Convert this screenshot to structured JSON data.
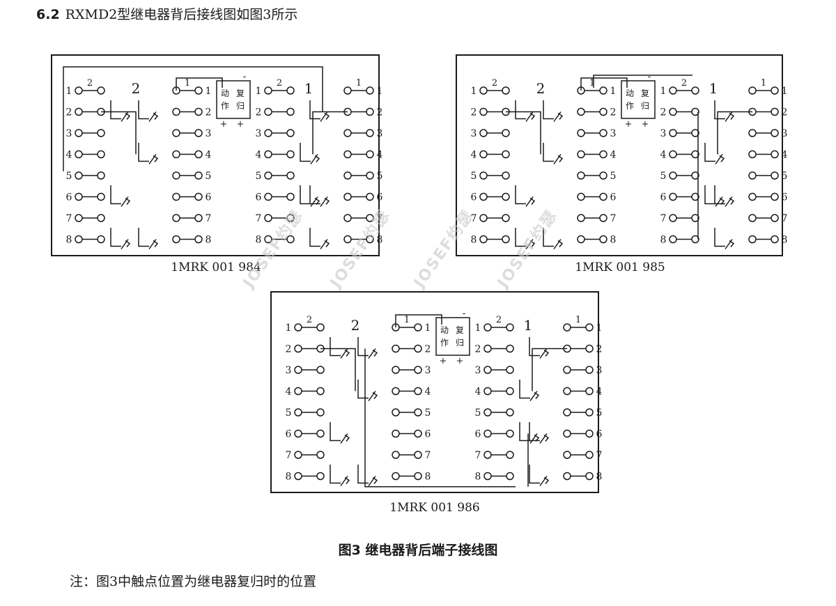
{
  "section": {
    "number": "6.2",
    "title": "RXMD2型继电器背后接线图如图3所示"
  },
  "terminal_numbers": [
    "1",
    "2",
    "3",
    "4",
    "5",
    "6",
    "7",
    "8"
  ],
  "relay": {
    "label_operate": "动作",
    "label_reset": "复归",
    "plus": "+",
    "minus": "-"
  },
  "wire_labels": {
    "one": "1",
    "two": "2"
  },
  "diagrams": [
    {
      "part_number": "1MRK 001 984",
      "group_left": "2",
      "group_right": "1"
    },
    {
      "part_number": "1MRK 001 985",
      "group_left": "2",
      "group_right": "1"
    },
    {
      "part_number": "1MRK 001 986",
      "group_left": "2",
      "group_right": "1"
    }
  ],
  "figure": {
    "caption": "图3 继电器背后端子接线图",
    "note": "注：图3中触点位置为继电器复归时的位置"
  },
  "watermark": {
    "text": "JOSEF约瑟"
  }
}
